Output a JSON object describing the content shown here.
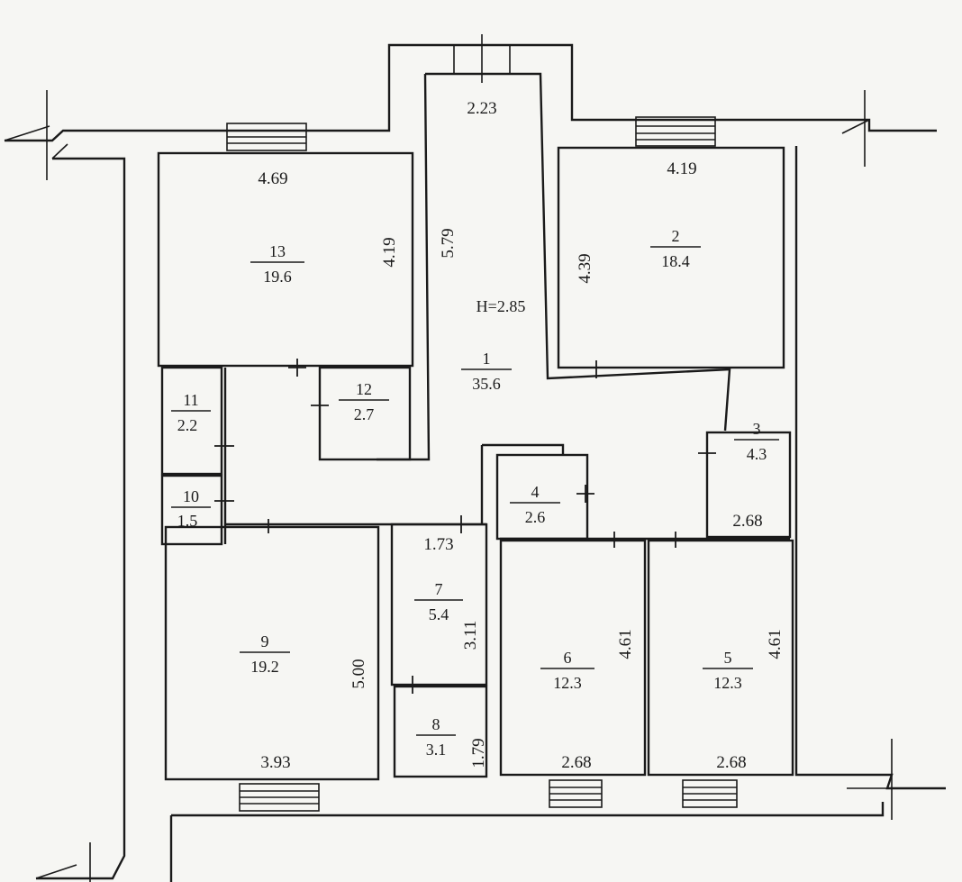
{
  "ceiling_height": "H=2.85",
  "rooms": [
    {
      "number": "1",
      "area": "35.6"
    },
    {
      "number": "2",
      "area": "18.4"
    },
    {
      "number": "3",
      "area": "4.3"
    },
    {
      "number": "4",
      "area": "2.6"
    },
    {
      "number": "5",
      "area": "12.3"
    },
    {
      "number": "6",
      "area": "12.3"
    },
    {
      "number": "7",
      "area": "5.4"
    },
    {
      "number": "8",
      "area": "3.1"
    },
    {
      "number": "9",
      "area": "19.2"
    },
    {
      "number": "10",
      "area": "1.5"
    },
    {
      "number": "11",
      "area": "2.2"
    },
    {
      "number": "12",
      "area": "2.7"
    },
    {
      "number": "13",
      "area": "19.6"
    }
  ],
  "dimensions": {
    "corridor_width": "2.23",
    "corridor_length": "5.79",
    "room13_width": "4.69",
    "room13_depth": "4.19",
    "room2_width": "4.19",
    "room2_depth": "4.39",
    "room3_width": "2.68",
    "room7_width": "1.73",
    "room7_depth": "3.11",
    "room8_depth": "1.79",
    "room9_depth": "5.00",
    "room9_width": "3.93",
    "room6_depth": "4.61",
    "room6_width": "2.68",
    "room5_depth": "4.61",
    "room5_width": "2.68"
  }
}
